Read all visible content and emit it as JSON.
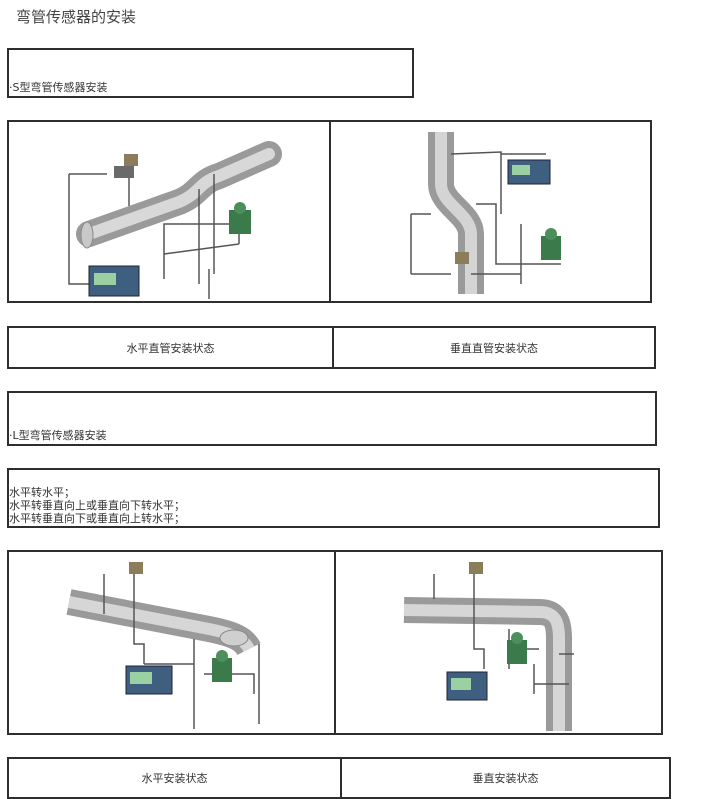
{
  "page": {
    "title": "弯管传感器的安装"
  },
  "sections": {
    "s_type": {
      "label": "·S型弯管传感器安装"
    },
    "l_type": {
      "label": "·L型弯管传感器安装"
    },
    "l_notes": [
      "水平转水平；",
      "水平转垂直向上或垂直向下转水平；",
      "水平转垂直向下或垂直向上转水平；"
    ]
  },
  "captions": {
    "s_horizontal": "水平直管安装状态",
    "s_vertical": "垂直直管安装状态",
    "l_horizontal": "水平安装状态",
    "l_vertical": "垂直安装状态"
  },
  "diagrams": {
    "s_horizontal": "horizontal-s-bend-pipe-diagram",
    "s_vertical": "vertical-s-bend-pipe-diagram",
    "l_horizontal": "horizontal-l-bend-pipe-diagram",
    "l_vertical": "vertical-l-bend-pipe-diagram"
  }
}
